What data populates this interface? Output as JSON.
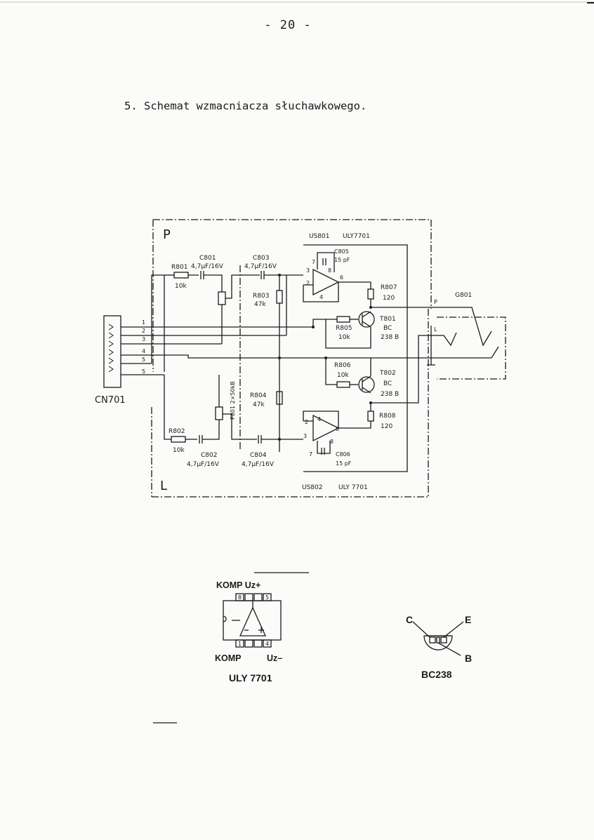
{
  "page": {
    "number": "- 20 -"
  },
  "section": {
    "title": "5. Schemat wzmacniacza słuchawkowego."
  },
  "schematic": {
    "channel_top": "P",
    "channel_bottom": "L",
    "ic_top": "US801",
    "ic_top_type": "ULY7701",
    "ic_bottom": "US802",
    "ic_bottom_type": "ULY 7701",
    "connector": "CN701",
    "jack": "G801",
    "jack_p": "P",
    "jack_l": "L",
    "pins": [
      "1",
      "2",
      "3",
      "4",
      "5",
      "5"
    ],
    "r801": "R801",
    "r801_val": "10k",
    "c801": "C801",
    "c801_val": "4,7µF/16V",
    "c803": "C803",
    "c803_val": "4,7µF/16V",
    "r803": "R803",
    "r803_val": "47k",
    "c805": "C805",
    "c805_val": "15 pF",
    "r807": "R807",
    "r807_val": "120",
    "t801": "T801",
    "t801_val1": "BC",
    "t801_val2": "238 B",
    "r805": "R805",
    "r805_val": "10k",
    "r806": "R806",
    "r806_val": "10k",
    "t802": "T802",
    "t802_val1": "BC",
    "t802_val2": "238 B",
    "r804": "R804",
    "r804_val": "47k",
    "p801": "P801 2×50kB",
    "r808": "R808",
    "r808_val": "120",
    "r802": "R802",
    "r802_val": "10k",
    "c802": "C802",
    "c802_val": "4,7µF/16V",
    "c804": "C804",
    "c804_val": "4,7µF/16V",
    "c806": "C806",
    "c806_val": "15 pF",
    "op_pins_top": [
      "3",
      "2",
      "7",
      "8",
      "6",
      "4"
    ],
    "op_pins_bottom": [
      "2",
      "4",
      "6",
      "3",
      "7",
      "8"
    ]
  },
  "ic_package": {
    "top_labels": "KOMP Uz+",
    "bottom_left": "KOMP",
    "bottom_right": "Uz–",
    "pin_8": "8",
    "pin_5": "5",
    "pin_1": "1",
    "pin_4": "4",
    "name": "ULY 7701"
  },
  "transistor": {
    "c": "C",
    "e": "E",
    "b": "B",
    "name": "BC238"
  }
}
